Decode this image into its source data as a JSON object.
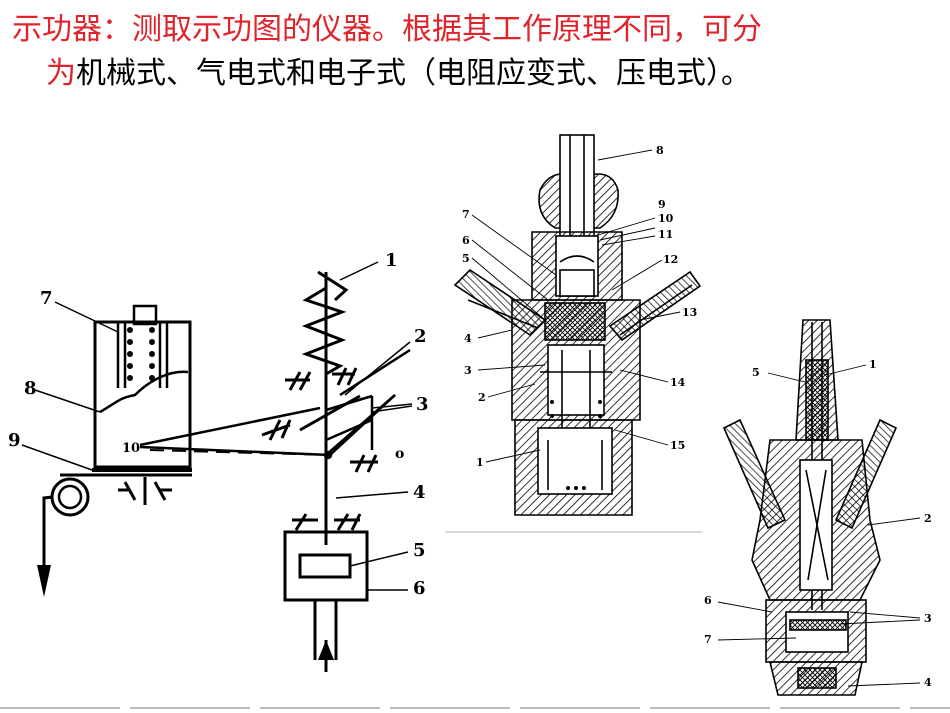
{
  "heading": {
    "line1_red": "示功器：测取示功图的仪器。根据其工作原理不同，可分",
    "line2_red": "为",
    "line2_black": "机械式、气电式和电子式（电阻应变式、压电式）。"
  },
  "figure_left": {
    "labels": [
      "1",
      "2",
      "3",
      "4",
      "5",
      "6",
      "7",
      "8",
      "9"
    ],
    "drum_mark": "10",
    "pivot_mark": "o"
  },
  "figure_middle": {
    "labels": [
      "1",
      "2",
      "3",
      "4",
      "5",
      "6",
      "7",
      "8",
      "9",
      "10",
      "11",
      "12",
      "13",
      "14",
      "15"
    ]
  },
  "figure_right": {
    "labels": [
      "1",
      "2",
      "3",
      "4",
      "5",
      "6",
      "7"
    ]
  }
}
